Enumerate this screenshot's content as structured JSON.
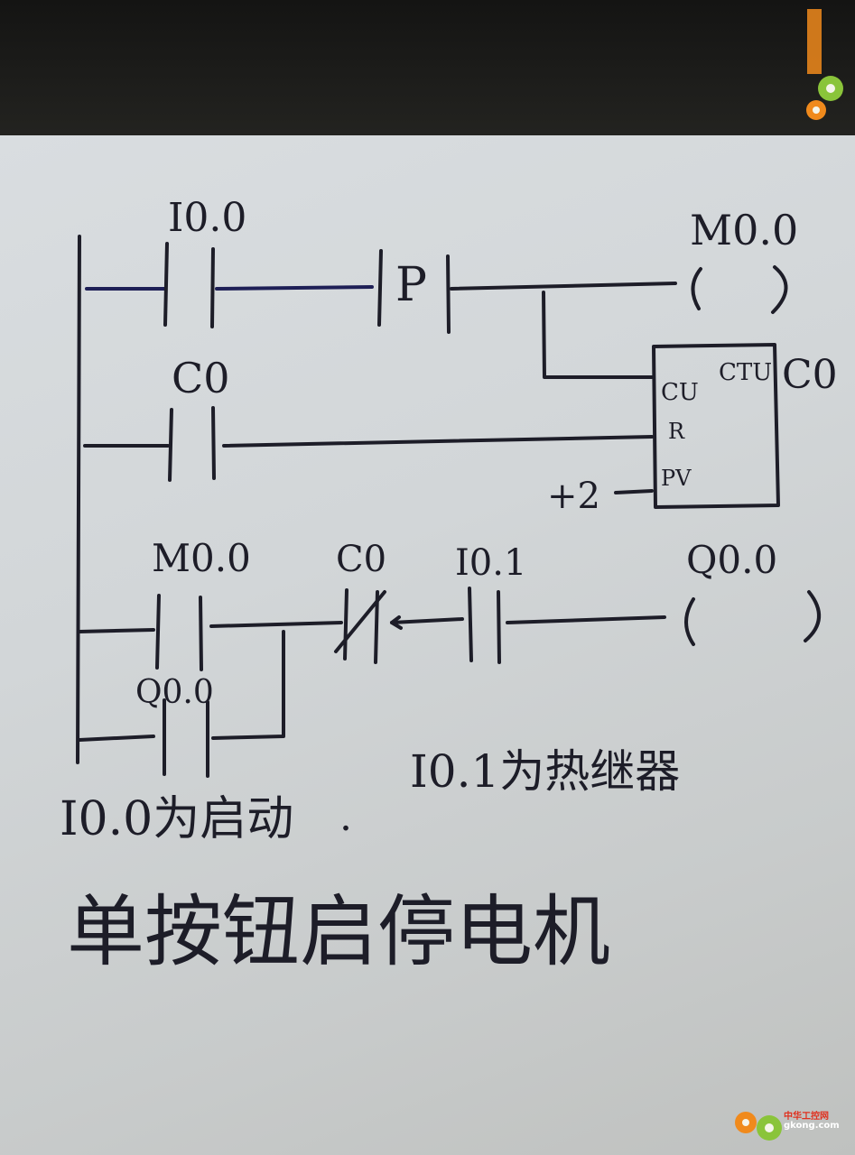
{
  "labels": {
    "contact_i00": "I0.0",
    "coil_m00": "M0.0",
    "p_edge": "P",
    "contact_c0_r": "C0",
    "counter_name": "C0",
    "counter_type": "CTU",
    "counter_pin_cu": "CU",
    "counter_pin_r": "R",
    "counter_pin_pv": "PV",
    "counter_preset": "+2",
    "contact_m00": "M0.0",
    "contact_c0_nc": "C0",
    "contact_i01": "I0.1",
    "coil_q00": "Q0.0",
    "contact_q00": "Q0.0"
  },
  "notes": {
    "i00_note": "I0.0为启动",
    "dot": ".",
    "i01_note": "I0.1为热继器",
    "title": "单按钮启停电机"
  },
  "watermark": {
    "site": "gkong.com",
    "brand": "中华工控网"
  },
  "colors": {
    "ink": "#1d1d28",
    "ink_blue": "#1e1f56",
    "paper": "#d4d8da",
    "background": "#1c1c1a",
    "watermark_gear_green": "#8ac43a",
    "watermark_gear_orange": "#f08a1c"
  }
}
